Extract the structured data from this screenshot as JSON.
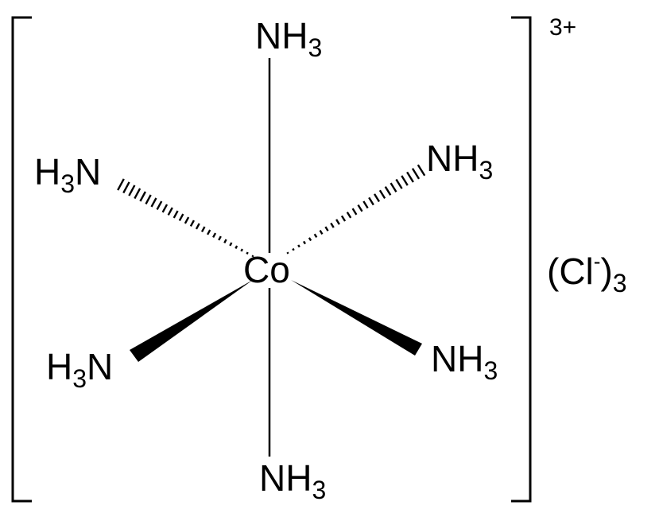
{
  "metal": {
    "symbol": "Co"
  },
  "ligands": {
    "top": {
      "prefix": "NH",
      "sub": "3",
      "suffix": ""
    },
    "bottom": {
      "prefix": "NH",
      "sub": "3",
      "suffix": ""
    },
    "back_left": {
      "prefix": "H",
      "sub": "3",
      "suffix": "N"
    },
    "back_right": {
      "prefix": "NH",
      "sub": "3",
      "suffix": ""
    },
    "front_left": {
      "prefix": "H",
      "sub": "3",
      "suffix": "N"
    },
    "front_right": {
      "prefix": "NH",
      "sub": "3",
      "suffix": ""
    }
  },
  "complex_charge": "3+",
  "counter_ion": {
    "open": "(Cl",
    "charge": "-",
    "close": ")",
    "count": "3"
  }
}
